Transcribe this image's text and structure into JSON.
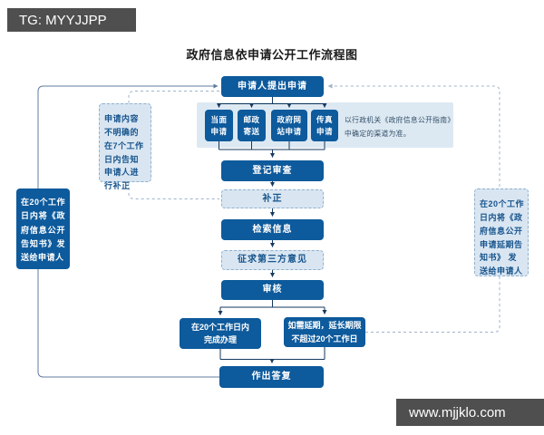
{
  "watermark_top": "TG: MYYJJPP",
  "watermark_bottom": "www.mjjklo.com",
  "title": "政府信息依申请公开工作流程图",
  "flow": {
    "start": "申请人提出申请",
    "channels": [
      "当面\n申请",
      "邮政\n寄送",
      "政府网\n站申请",
      "传真\n申请"
    ],
    "channel_note": "以行政机关《政府信息公开指南》\n中确定的渠道为准。",
    "steps": [
      "登记审查",
      "补正",
      "检索信息",
      "征求第三方意见",
      "审核"
    ],
    "branches": [
      "在20个工作日内\n完成办理",
      "如需延期，延长期限\n不超过20个工作日"
    ],
    "end": "作出答复",
    "annotations": {
      "correction_note": "申请内容不明确的在7个工作日内告知申请人进行补正",
      "left_notice": "在20个工作日内将《政府信息公开告知书》发送给申请人",
      "right_notice": "在20个工作日内将《政府信息公开申请延期告知书》 发送给申请人"
    }
  },
  "colors": {
    "primary_blue": "#0d5a9c",
    "panel_blue": "#dde9f2",
    "dashed_fill": "#d9e6f2",
    "dashed_border": "#8fb0cc",
    "dashed_text": "#17548c",
    "line_dark": "#16395e",
    "line_side": "#5f7ca0",
    "line_dashed": "#9fb4ca",
    "watermark_bg": "#4f4f4f"
  }
}
